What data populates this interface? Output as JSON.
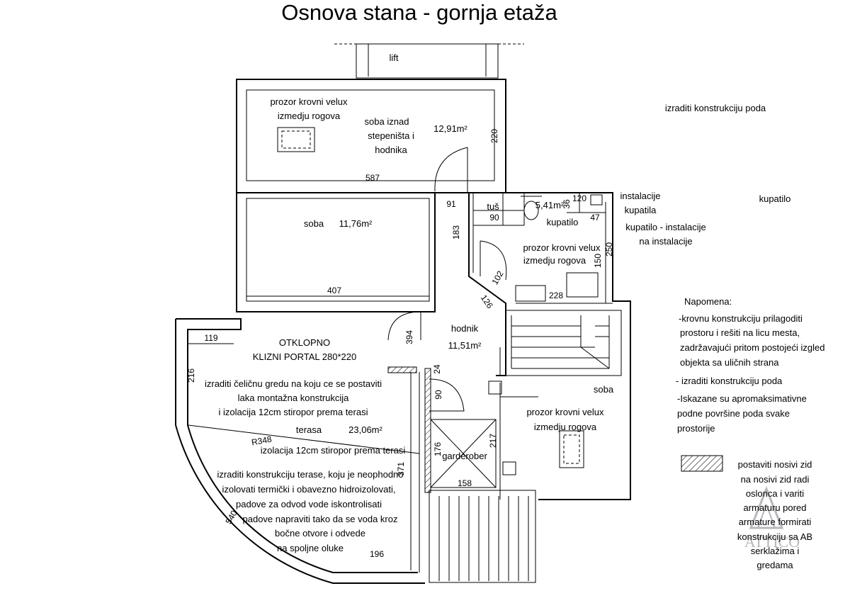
{
  "title": "Osnova stana - gornja etaža",
  "rooms": {
    "lift": "lift",
    "upper_room": {
      "window_1": "prozor krovni velux",
      "window_2": "izmedju rogova",
      "name_1": "soba iznad",
      "name_2": "stepeništa i",
      "name_3": "hodnika",
      "area": "12,91m²"
    },
    "soba": {
      "name": "soba",
      "area": "11,76m²"
    },
    "bathroom": {
      "shower": "tuš",
      "area": "5,41m²",
      "name": "kupatilo",
      "window_1": "prozor krovni velux",
      "window_2": "izmedju rogova"
    },
    "hallway": {
      "name": "hodnik",
      "area": "11,51m²"
    },
    "sliding": {
      "line_1": "OTKLOPNO",
      "line_2": "KLIZNI PORTAL 280*220"
    },
    "terrace": {
      "beam_1": "izraditi čeličnu gredu na koju ce se postaviti",
      "beam_2": "laka montažna konstrukcija",
      "beam_3": "i izolacija 12cm stiropor prema terasi",
      "name": "terasa",
      "area": "23,06m²",
      "insulation": "izolacija 12cm stiropor prema terasi",
      "work_1": "izraditi konstrukciju terase, koju je neophodno",
      "work_2": "izolovati termički i obavezno hidroizolovati,",
      "work_3": "padove za odvod vode iskontrolisati",
      "work_4": "padove napraviti tako da se voda kroz",
      "work_5": "bočne otvore i odvede",
      "work_6": "na spoljne oluke"
    },
    "right_room": {
      "name": "soba",
      "window_1": "prozor krovni velux",
      "window_2": "izmedju rogova"
    },
    "wardrobe": "garderober"
  },
  "dimensions": {
    "d587": "587",
    "d220": "220",
    "d91": "91",
    "d90": "90",
    "d183": "183",
    "d407": "407",
    "d102": "102",
    "d126": "126",
    "d394": "394",
    "d119": "119",
    "d216": "216",
    "d24": "24",
    "d90b": "90",
    "d176": "176",
    "d217": "217",
    "d158": "158",
    "d371": "371",
    "d196": "196",
    "d228": "228",
    "d36": "36",
    "d120": "120",
    "d47": "47",
    "d250": "250",
    "d150": "150",
    "r348": "R348",
    "d540": "540"
  },
  "annotations": {
    "floor_top": "izraditi konstrukciju poda",
    "inst_1": "instalacije",
    "inst_2": "kupatila",
    "bath_inst_1": "kupatilo - instalacije",
    "bath_inst_2": "na instalacije",
    "kupatilo_right": "kupatilo",
    "note_title": "Napomena:",
    "note_1a": "-krovnu konstrukciju prilagoditi",
    "note_1b": "prostoru i rešiti na licu mesta,",
    "note_1c": "zadržavajući pritom postojeći izgled",
    "note_1d": "objekta sa uličnih strana",
    "note_2": "- izraditi konstrukciju poda",
    "note_3a": "-Iskazane su apromaksimativne",
    "note_3b": "podne površine poda svake",
    "note_3c": "prostorije",
    "legend_1": "postaviti nosivi zid",
    "legend_2": "na nosivi zid radi",
    "legend_3": "oslonca i variti",
    "legend_4": "armaturu pored",
    "legend_5": "armature formirati",
    "legend_6": "konstrukciju sa AB",
    "legend_7": "serklažima i",
    "legend_8": "gredama"
  },
  "watermark": "ATTICO"
}
